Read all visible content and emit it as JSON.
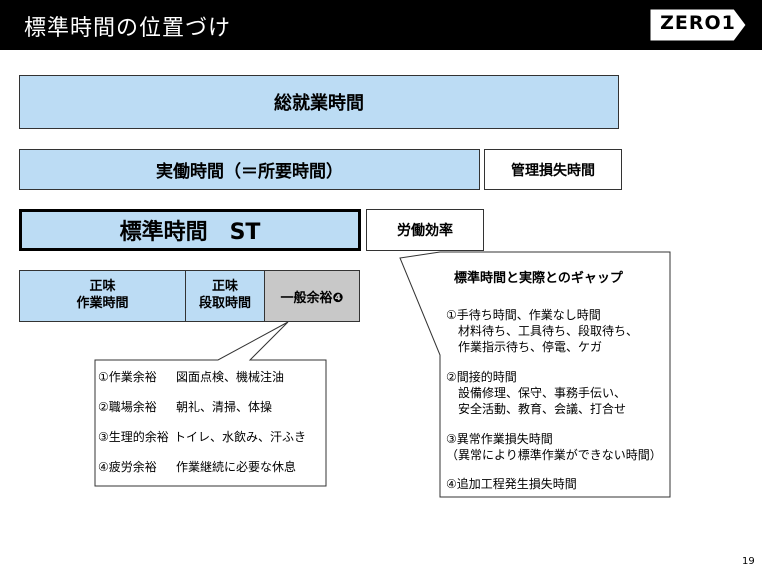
{
  "header": {
    "title": "標準時間の位置づけ",
    "logo": "ZERO1"
  },
  "boxes": {
    "total_working_time": "総就業時間",
    "actual_working_time": "実働時間（＝所要時間）",
    "management_loss_time": "管理損失時間",
    "standard_time": "標準時間　ST",
    "labor_efficiency": "労働効率",
    "net_work_time_1": "正味",
    "net_work_time_2": "作業時間",
    "net_setup_time_1": "正味",
    "net_setup_time_2": "段取時間",
    "general_allowance": "一般余裕❹"
  },
  "allowance_callout": {
    "items": [
      {
        "name": "①作業余裕",
        "detail": "図面点検、機械注油"
      },
      {
        "name": "②職場余裕",
        "detail": "朝礼、清掃、体操"
      },
      {
        "name": "③生理的余裕",
        "detail": "トイレ、水飲み、汗ふき"
      },
      {
        "name": "④疲労余裕",
        "detail": "作業継続に必要な休息"
      }
    ]
  },
  "gap_callout": {
    "title": "標準時間と実際とのギャップ",
    "items": [
      {
        "heading": "①手待ち時間、作業なし時間",
        "lines": "　材料待ち、工具待ち、段取待ち、\n　作業指示待ち、停電、ケガ"
      },
      {
        "heading": "②間接的時間",
        "lines": "　設備修理、保守、事務手伝い、\n　安全活動、教育、会議、打合せ"
      },
      {
        "heading": "③異常作業損失時間",
        "lines": "（異常により標準作業ができない時間）"
      },
      {
        "heading": "④追加工程発生損失時間",
        "lines": ""
      }
    ]
  },
  "page_number": "19"
}
